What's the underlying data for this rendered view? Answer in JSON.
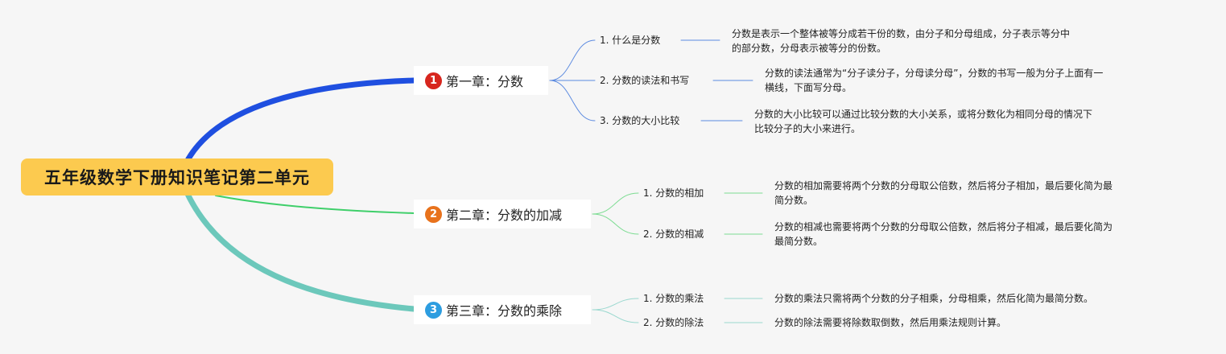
{
  "root": {
    "title": "五年级数学下册知识笔记第二单元",
    "color": "#fcca4f"
  },
  "chapters": [
    {
      "number": "1",
      "badge_color": "#d7261e",
      "branch_color": "#1f4fe0",
      "sub_color": "#5b8ae0",
      "title": "第一章：分数",
      "topics": [
        {
          "label": "1. 什么是分数",
          "note": [
            "分数是表示一个整体被等分成若干份的数，由分子和分母组成，分子表示等分中",
            "的部分数，分母表示被等分的份数。"
          ]
        },
        {
          "label": "2. 分数的读法和书写",
          "note": [
            "分数的读法通常为“分子读分子，分母读分母”，分数的书写一般为分子上面有一",
            "横线，下面写分母。"
          ]
        },
        {
          "label": "3. 分数的大小比较",
          "note": [
            "分数的大小比较可以通过比较分数的大小关系，或将分数化为相同分母的情况下",
            "比较分子的大小来进行。"
          ]
        }
      ]
    },
    {
      "number": "2",
      "badge_color": "#e8721c",
      "branch_color": "#3fcf6a",
      "sub_color": "#7cdc92",
      "title": "第二章：分数的加减",
      "topics": [
        {
          "label": "1. 分数的相加",
          "note": [
            "分数的相加需要将两个分数的分母取公倍数，然后将分子相加，最后要化简为最",
            "简分数。"
          ]
        },
        {
          "label": "2. 分数的相减",
          "note": [
            "分数的相减也需要将两个分数的分母取公倍数，然后将分子相减，最后要化简为",
            "最简分数。"
          ]
        }
      ]
    },
    {
      "number": "3",
      "badge_color": "#2d9de0",
      "branch_color": "#6cc8bb",
      "sub_color": "#9ad8cf",
      "title": "第三章：分数的乘除",
      "topics": [
        {
          "label": "1. 分数的乘法",
          "note": [
            "分数的乘法只需将两个分数的分子相乘，分母相乘，然后化简为最简分数。"
          ]
        },
        {
          "label": "2. 分数的除法",
          "note": [
            "分数的除法需要将除数取倒数，然后用乘法规则计算。"
          ]
        }
      ]
    }
  ]
}
